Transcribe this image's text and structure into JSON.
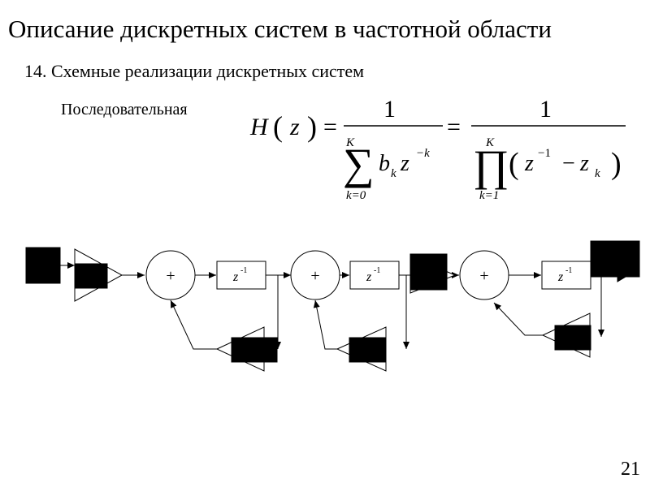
{
  "slide": {
    "title": "Описание дискретных систем в частотной области",
    "subtitle": "14. Схемные реализации дискретных систем",
    "structure_label": "Последовательная",
    "page_number": "21"
  },
  "formula": {
    "lhs_H": "H",
    "lhs_z": "z",
    "eq": "=",
    "numerator_1": "1",
    "numerator_2": "1",
    "sum_upper": "K",
    "sum_lower": "k=0",
    "prod_upper": "K",
    "prod_lower": "k=1",
    "b": "b",
    "k_sub": "k",
    "z": "z",
    "neg_k": "−k",
    "neg_1": "−1",
    "minus": "−"
  },
  "diagram": {
    "adder_symbol": "+",
    "delay_base": "z",
    "delay_exp": "-1"
  }
}
